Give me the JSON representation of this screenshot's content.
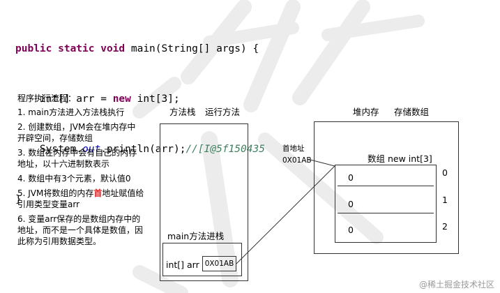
{
  "code": {
    "line1": {
      "kw": "public static void",
      "rest": " main(String[] args) {"
    },
    "line2": {
      "pre": "int[] arr = ",
      "kw": "new",
      "post": " int[3];"
    },
    "line3": {
      "pre": "System.",
      "field": "out",
      "mid": ".println(arr);",
      "comment": "//[I@5f150435"
    },
    "line4": "}"
  },
  "steps": {
    "title": "程序执行流程：",
    "items": [
      "1. main方法进入方法栈执行",
      "2. 创建数组，JVM会在堆内存中开辟空间，存储数组",
      "3. 数组在内存中会有自己的内存地址，以十六进制数表示",
      "4. 数组中有3个元素，默认值0"
    ],
    "step5_pre": "5. JVM将数组的内存",
    "step5_hl": "首",
    "step5_post": "地址赋值给引用类型变量arr",
    "step6": "6. 变量arr保存的是数组内存中的地址，而不是一个具体是数值，因此称为引用数据类型。"
  },
  "stack": {
    "header1": "方法栈",
    "header2": "运行方法",
    "frame_label": "main方法进栈",
    "var_label": "int[] arr",
    "var_value": "0X01AB"
  },
  "heap": {
    "header1": "堆内存",
    "header2": "存储数组",
    "addr_title": "首地址",
    "addr_value": "0X01AB",
    "array_label": "数组 new int[3]",
    "cells": [
      "0",
      "0",
      "0"
    ],
    "indices": [
      "0",
      "1",
      "2"
    ]
  },
  "watermark": {
    "footer": "@稀土掘金技术社区"
  }
}
